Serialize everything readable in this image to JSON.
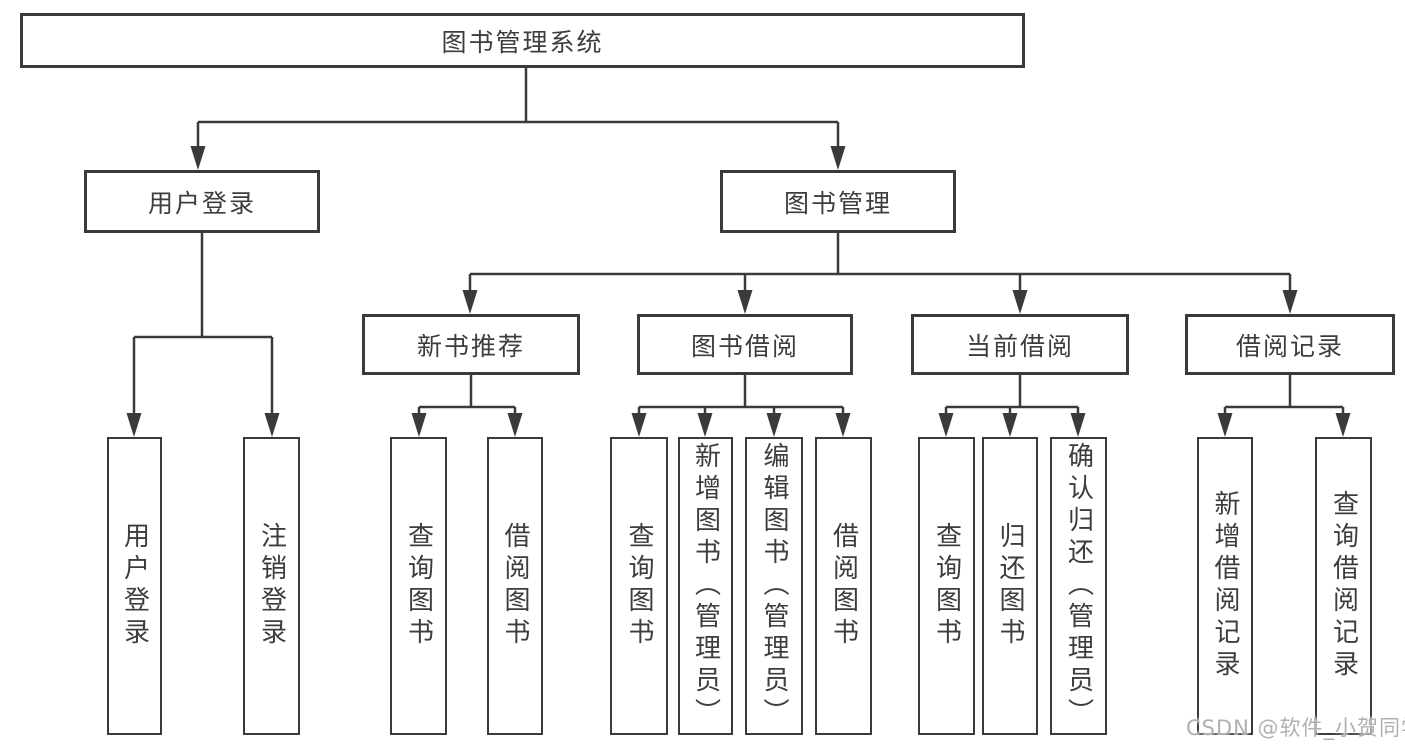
{
  "diagram": {
    "root": {
      "label": "图书管理系统"
    },
    "level2": [
      {
        "label": "用户登录"
      },
      {
        "label": "图书管理"
      }
    ],
    "level3": [
      {
        "label": "新书推荐"
      },
      {
        "label": "图书借阅"
      },
      {
        "label": "当前借阅"
      },
      {
        "label": "借阅记录"
      }
    ],
    "leaf_groups": [
      {
        "items": [
          {
            "label": "用户登录"
          },
          {
            "label": "注销登录"
          }
        ]
      },
      {
        "items": [
          {
            "label": "查询图书"
          },
          {
            "label": "借阅图书"
          }
        ]
      },
      {
        "items": [
          {
            "label": "查询图书"
          },
          {
            "label": "新增图书（管理员）"
          },
          {
            "label": "编辑图书（管理员）"
          },
          {
            "label": "借阅图书"
          }
        ]
      },
      {
        "items": [
          {
            "label": "查询图书"
          },
          {
            "label": "归还图书"
          },
          {
            "label": "确认归还（管理员）"
          }
        ]
      },
      {
        "items": [
          {
            "label": "新增借阅记录"
          },
          {
            "label": "查询借阅记录"
          }
        ]
      }
    ]
  },
  "watermark": {
    "text": "CSDN @软件_小贺同学"
  },
  "colors": {
    "background": "#ffffff",
    "node_fill": "#ffffff",
    "node_border": "#3a3a3a",
    "connector": "#3a3a3a",
    "text": "#3d3d3d",
    "watermark_text": "#b0b0b0"
  }
}
